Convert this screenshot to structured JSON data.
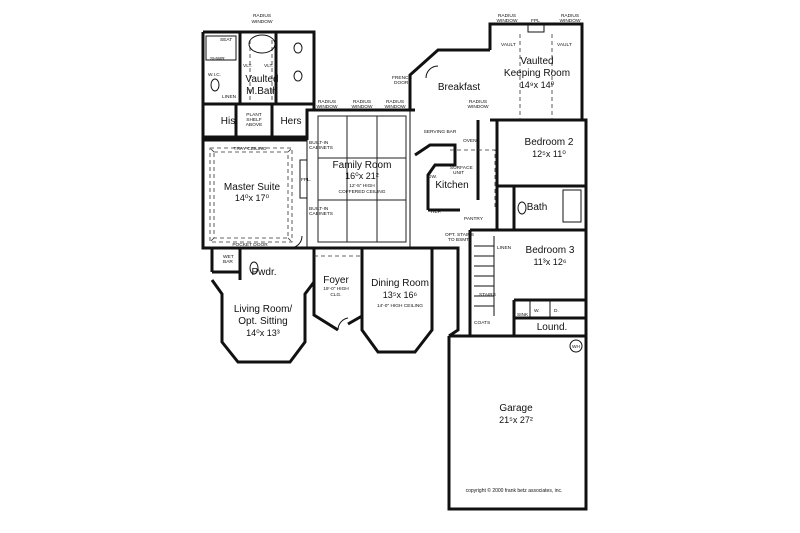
{
  "rooms": {
    "vaulted_mbath": {
      "line1": "Vaulted",
      "line2": "M.Bath"
    },
    "his": "His",
    "hers": "Hers",
    "master_suite": {
      "name": "Master Suite",
      "dim": "14⁰x 17⁰"
    },
    "family_room": {
      "name": "Family Room",
      "dim": "16⁰x 21²",
      "note1": "12'-5\" HIGH",
      "note2": "COFFERED CEILING"
    },
    "breakfast": "Breakfast",
    "kitchen": "Kitchen",
    "keeping_room": {
      "line1": "Vaulted",
      "line2": "Keeping Room",
      "dim": "14⁹x 14⁰"
    },
    "bedroom2": {
      "name": "Bedroom 2",
      "dim": "12⁵x 11⁰"
    },
    "bath": "Bath",
    "bedroom3": {
      "name": "Bedroom 3",
      "dim": "11³x 12⁶"
    },
    "foyer": {
      "name": "Foyer",
      "note1": "19'-0\" HIGH",
      "note2": "CLG."
    },
    "dining_room": {
      "name": "Dining Room",
      "dim": "13⁵x 16⁶",
      "note": "14'-0\" HIGH CEILING"
    },
    "living_room": {
      "line1": "Living Room/",
      "line2": "Opt. Sitting",
      "dim": "14⁰x 13³"
    },
    "pwdr": "Pwdr.",
    "laundry": "Lound.",
    "garage": {
      "name": "Garage",
      "dim": "21⁵x 27²"
    }
  },
  "notes": {
    "radius_window": "RADIUS",
    "window": "WINDOW",
    "seat": "SEAT",
    "shwr": "SHWR.",
    "wic": "W.I.C.",
    "linen": "LINEN",
    "vlt": "VLT.",
    "plant_shelf": {
      "l1": "PLANT",
      "l2": "SHELF",
      "l3": "ABOVE"
    },
    "tray_ceiling": "TRAY CEILING",
    "built_in": "BUILT-IN",
    "cabinets": "CABINETS",
    "frpl": "FPL.",
    "pocket_door": "POCKET DOOR",
    "wet_bar": {
      "l1": "WET",
      "l2": "BAR"
    },
    "french_door": {
      "l1": "FRENCH",
      "l2": "DOOR"
    },
    "serving_bar": "SERVING BAR",
    "ovens": "OVENS",
    "surface_unit": {
      "l1": "SURFACE",
      "l2": "UNIT"
    },
    "dw": "DW.",
    "ref": "REF.",
    "pantry": "PANTRY",
    "vault": "VAULT",
    "fpl": "FPL",
    "opt_stairs": {
      "l1": "OPT. STAIRS",
      "l2": "TO BSMT."
    },
    "linen2": "LINEN",
    "stairs": "STAIRS",
    "coats": "COATS",
    "sink": "SINK",
    "w": "W.",
    "d": "D.",
    "wh": "WH"
  },
  "copyright": "copyright © 2000 frank betz associates, inc."
}
